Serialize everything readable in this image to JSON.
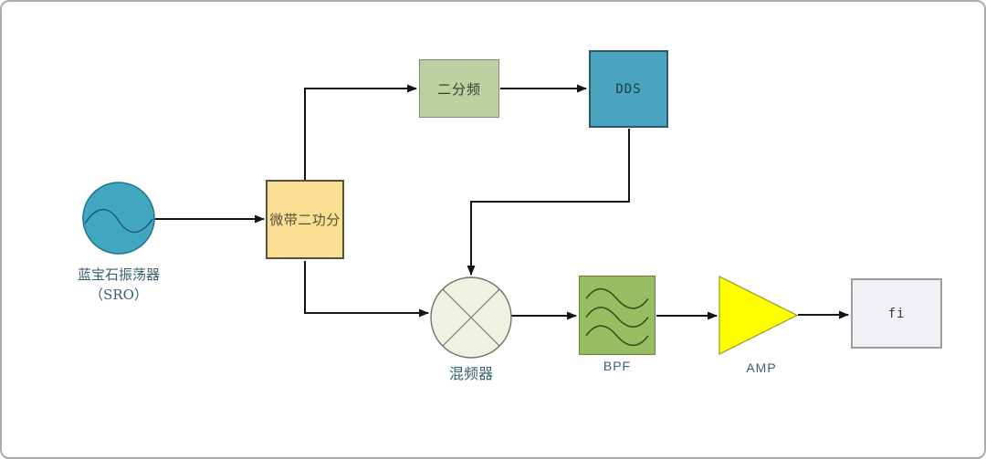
{
  "diagram": {
    "connector_color": "#141414",
    "label_color": "#35606e",
    "nodes": {
      "sro": {
        "symbol": "oscillator-circle-with-sine",
        "label_line1": "蓝宝石振荡器",
        "label_line2": "（SRO）",
        "fill": "#41a7c1",
        "stroke": "#20758d",
        "wave_color": "#1b5b6e"
      },
      "divider": {
        "label": "微带二功分",
        "fill": "#f9df92",
        "stroke": "#57503a",
        "text_color": "#56503e"
      },
      "div2": {
        "label": "二分频",
        "fill": "#bdd1a0",
        "stroke": "#82877b",
        "text_color": "#3c3c34"
      },
      "dds": {
        "label": "DDS",
        "fill": "#4aa4c0",
        "stroke": "#2b5a68",
        "text_color": "#1f3a46"
      },
      "mixer": {
        "symbol": "circle-with-x-mixer",
        "label": "混频器",
        "fill": "#eef2e0",
        "stroke": "#70706a",
        "cross_color": "#84847a"
      },
      "bpf": {
        "symbol": "bandpass-filter-waves",
        "label": "BPF",
        "fill": "#95bd62",
        "stroke": "#6d7c3e",
        "wave_color": "#39461f"
      },
      "amp": {
        "symbol": "amplifier-triangle",
        "label": "AMP",
        "fill": "#ffff00",
        "stroke": "#97972e"
      },
      "fi": {
        "label": "fi",
        "fill": "#f2f0f4",
        "stroke": "#9c9c9c",
        "text_color": "#3a3a3a"
      }
    }
  }
}
